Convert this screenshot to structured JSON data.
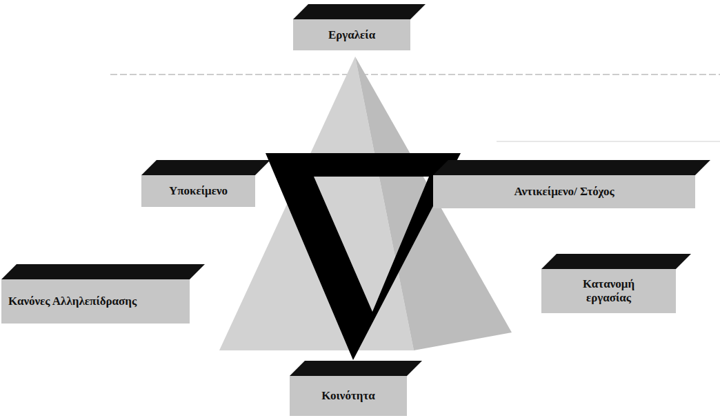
{
  "diagram": {
    "nodes": [
      {
        "text": [
          "Εργαλεία"
        ]
      },
      {
        "text": [
          "Υποκείμενο"
        ]
      },
      {
        "text": [
          "Αντικείμενο/ Στόχος"
        ]
      },
      {
        "text": [
          "Κανόνες Αλληλεπίδρασης"
        ]
      },
      {
        "text": [
          "Κατανομή εργασίας"
        ]
      },
      {
        "text": [
          "Κοινότητα"
        ]
      }
    ]
  }
}
